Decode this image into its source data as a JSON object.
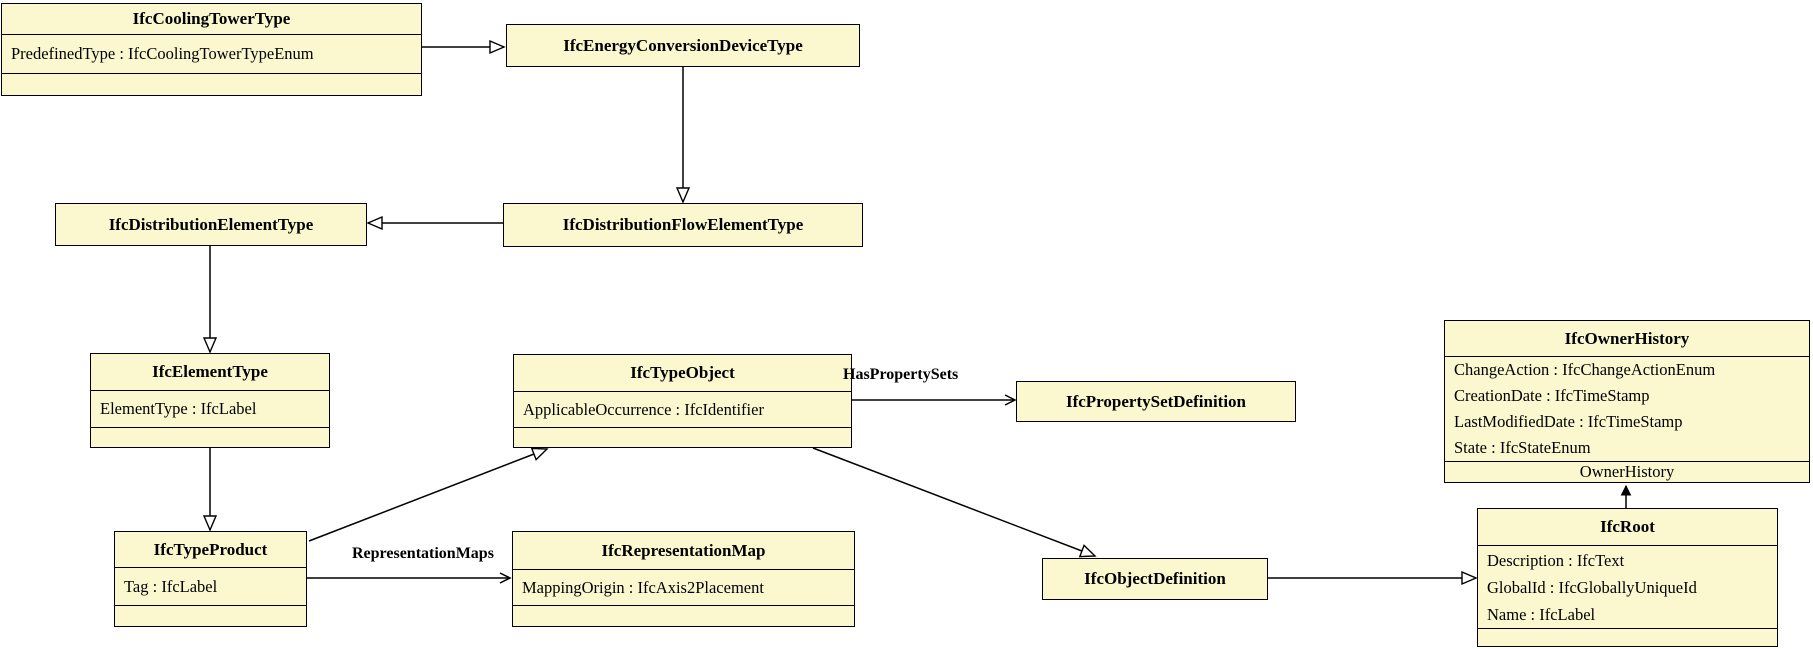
{
  "diagram": {
    "colors": {
      "node_fill": "#FBF8D0",
      "node_border": "#000000",
      "edge": "#000000",
      "background": "#FFFFFF"
    },
    "classes": [
      {
        "title": "IfcCoolingTowerType",
        "attributes": [
          "PredefinedType : IfcCoolingTowerTypeEnum"
        ]
      },
      {
        "title": "IfcEnergyConversionDeviceType",
        "attributes": []
      },
      {
        "title": "IfcDistributionElementType",
        "attributes": []
      },
      {
        "title": "IfcDistributionFlowElementType",
        "attributes": []
      },
      {
        "title": "IfcElementType",
        "attributes": [
          "ElementType : IfcLabel"
        ]
      },
      {
        "title": "IfcTypeObject",
        "attributes": [
          "ApplicableOccurrence : IfcIdentifier"
        ]
      },
      {
        "title": "IfcPropertySetDefinition",
        "attributes": []
      },
      {
        "title": "IfcOwnerHistory",
        "attributes": [
          "ChangeAction : IfcChangeActionEnum",
          "CreationDate : IfcTimeStamp",
          "LastModifiedDate : IfcTimeStamp",
          "State : IfcStateEnum"
        ],
        "footer": "OwnerHistory"
      },
      {
        "title": "IfcRoot",
        "attributes": [
          "Description : IfcText",
          "GlobalId : IfcGloballyUniqueId",
          "Name : IfcLabel"
        ]
      },
      {
        "title": "IfcTypeProduct",
        "attributes": [
          "Tag : IfcLabel"
        ]
      },
      {
        "title": "IfcRepresentationMap",
        "attributes": [
          "MappingOrigin : IfcAxis2Placement"
        ]
      },
      {
        "title": "IfcObjectDefinition",
        "attributes": []
      }
    ],
    "edge_labels": [
      {
        "text": "HasPropertySets"
      },
      {
        "text": "RepresentationMaps"
      }
    ]
  }
}
